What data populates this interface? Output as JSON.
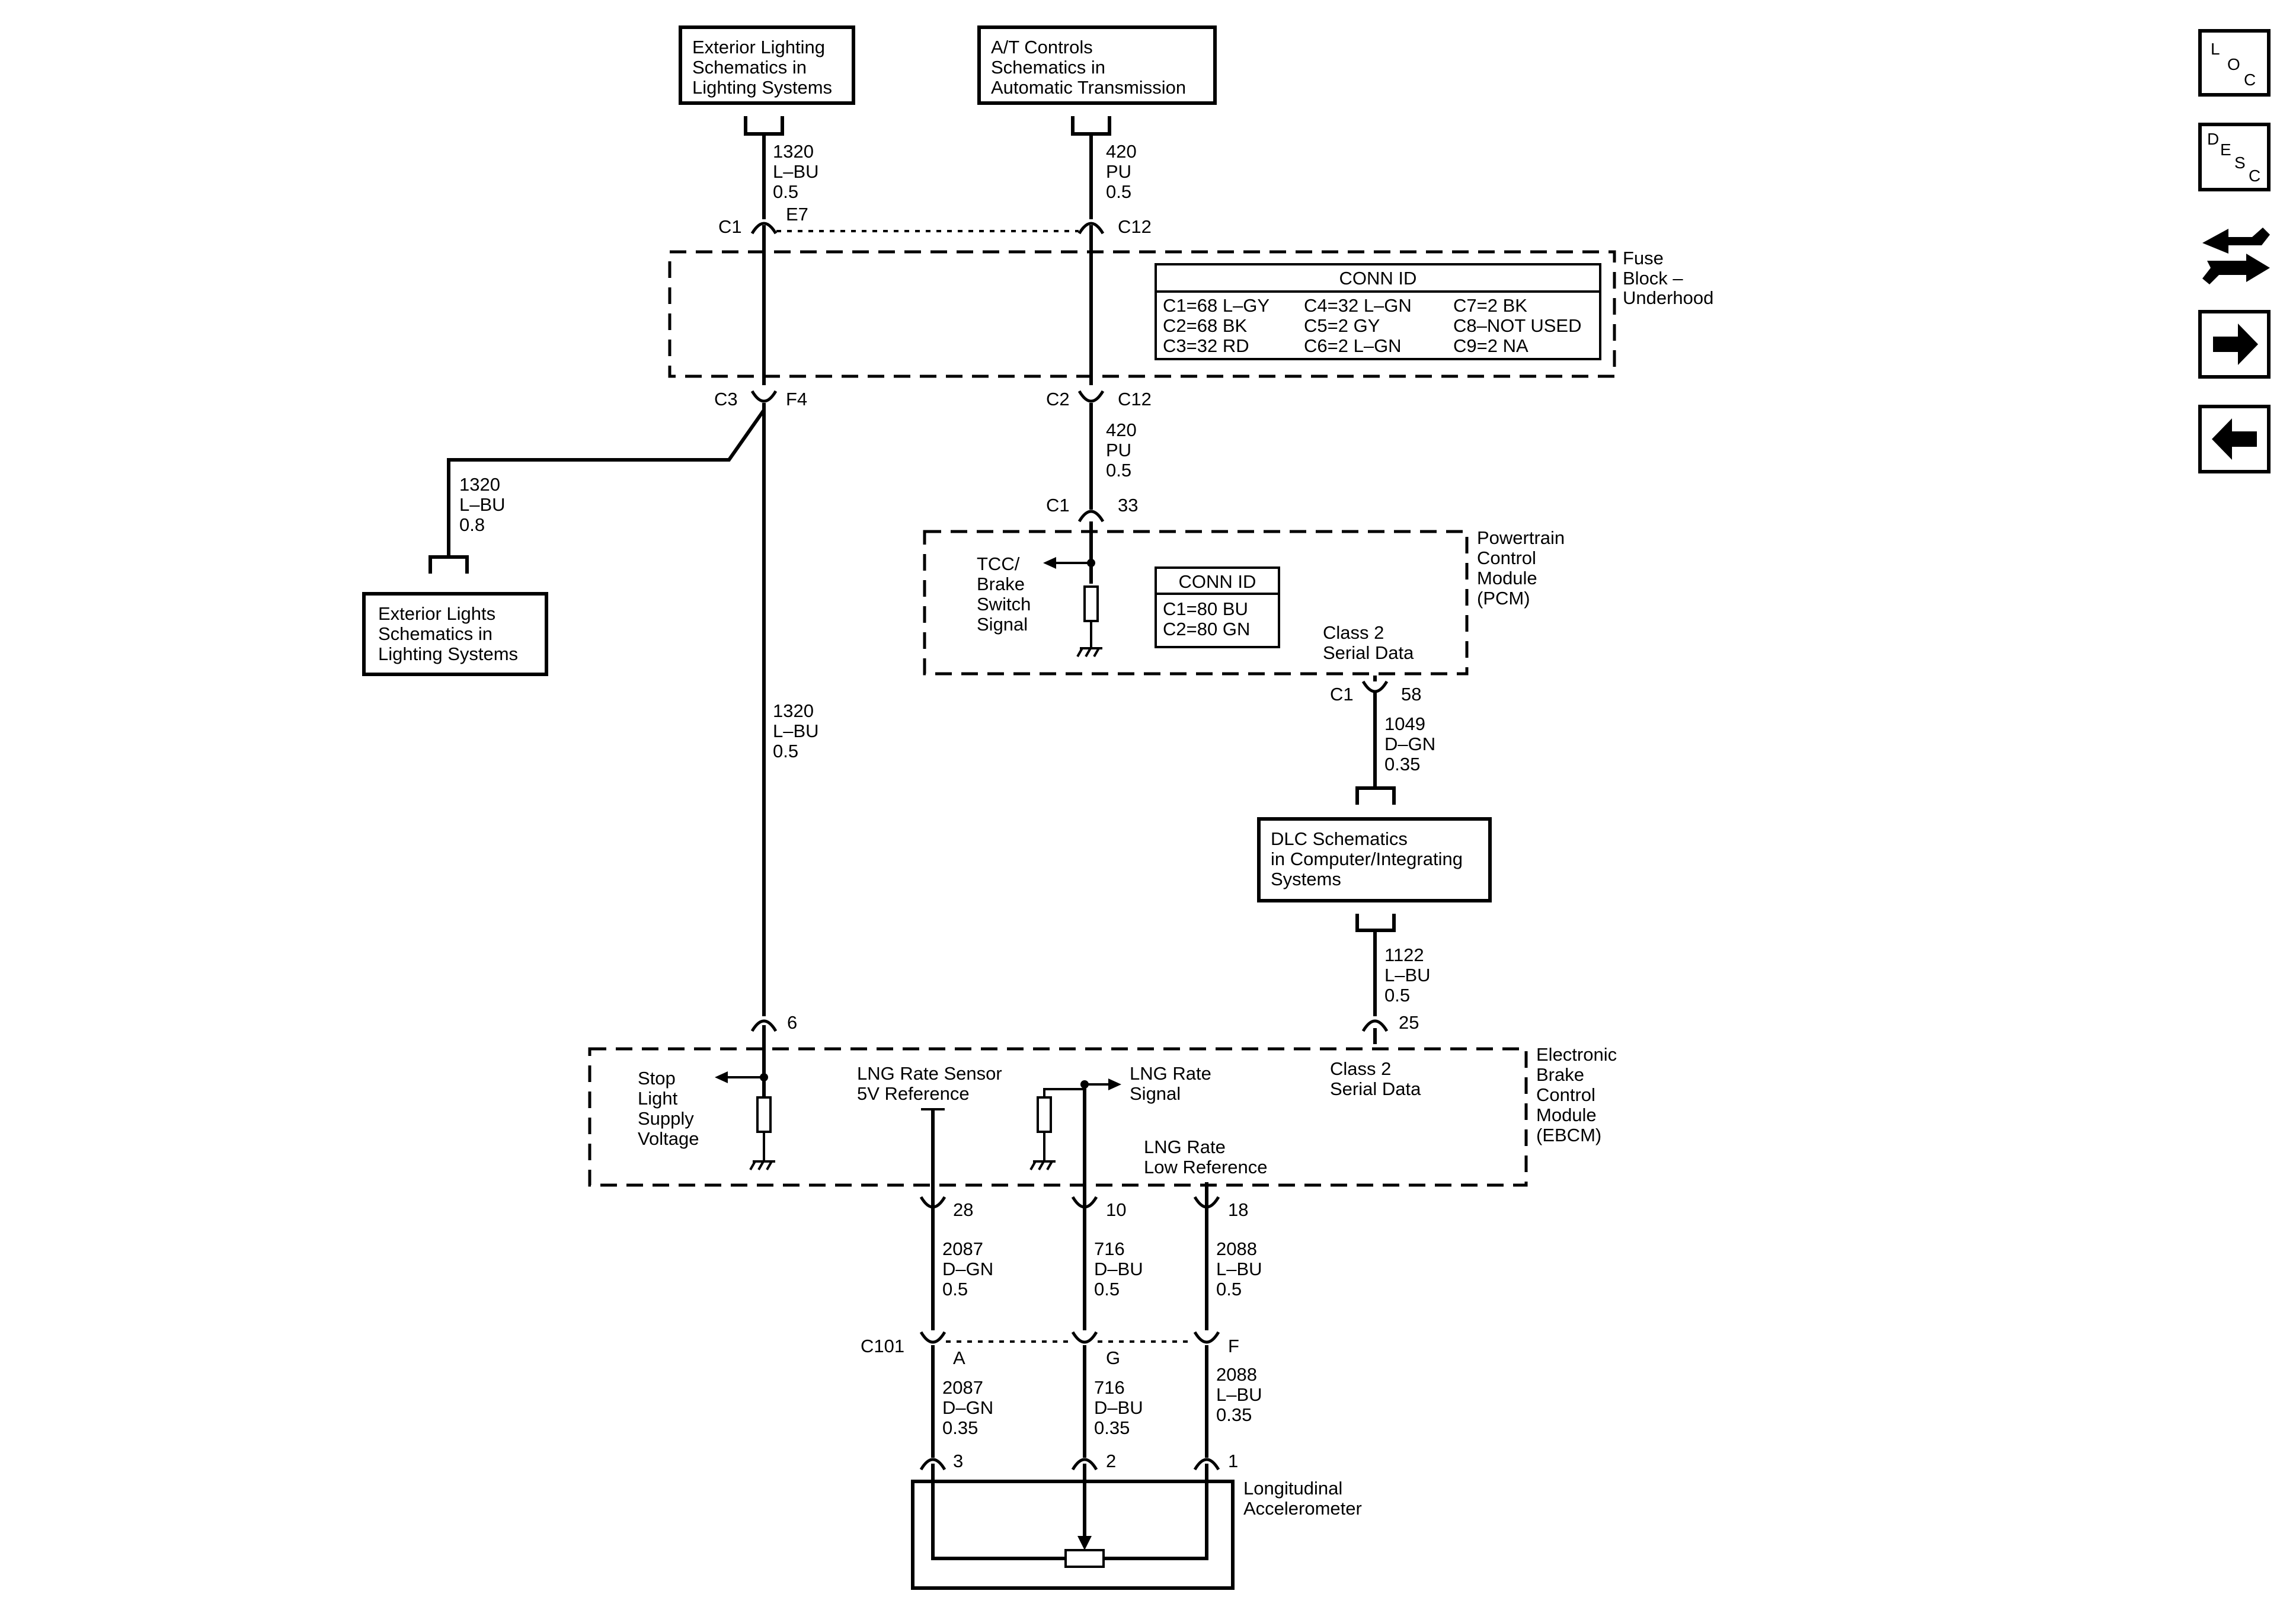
{
  "boxes": {
    "ext_lighting": [
      "Exterior Lighting",
      "Schematics in",
      "Lighting Systems"
    ],
    "at_controls": [
      "A/T Controls",
      "Schematics in",
      "Automatic Transmission"
    ],
    "ext_lights": [
      "Exterior Lights",
      "Schematics in",
      "Lighting Systems"
    ],
    "dlc": [
      "DLC Schematics",
      "in Computer/Integrating",
      "Systems"
    ]
  },
  "fuse_block": {
    "label": [
      "Fuse",
      "Block –",
      "Underhood"
    ],
    "conn_id_title": "CONN ID",
    "conn_id_rows": [
      [
        "C1=68 L–GY",
        "C4=32 L–GN",
        "C7=2 BK"
      ],
      [
        "C2=68 BK",
        "C5=2 GY",
        "C8–NOT USED"
      ],
      [
        "C3=32 RD",
        "C6=2 L–GN",
        "C9=2 NA"
      ]
    ]
  },
  "pcm": {
    "label": [
      "Powertrain",
      "Control",
      "Module",
      "(PCM)"
    ],
    "conn_id_title": "CONN ID",
    "conn_id_rows": [
      "C1=80 BU",
      "C2=80 GN"
    ],
    "tcc_label": [
      "TCC/",
      "Brake",
      "Switch",
      "Signal"
    ],
    "class2_label": [
      "Class 2",
      "Serial Data"
    ]
  },
  "ebcm": {
    "label": [
      "Electronic",
      "Brake",
      "Control",
      "Module",
      "(EBCM)"
    ],
    "stop_light_label": [
      "Stop",
      "Light",
      "Supply",
      "Voltage"
    ],
    "lng_ref_label": [
      "LNG Rate Sensor",
      "5V Reference"
    ],
    "lng_signal_label": [
      "LNG Rate",
      "Signal"
    ],
    "lng_low_label": [
      "LNG Rate",
      "Low Reference"
    ],
    "class2_label": [
      "Class 2",
      "Serial Data"
    ]
  },
  "accelerometer": {
    "label": [
      "Longitudinal",
      "Accelerometer"
    ]
  },
  "wires": {
    "w1320_top": [
      "1320",
      "L–BU",
      "0.5"
    ],
    "w420_top": [
      "420",
      "PU",
      "0.5"
    ],
    "w1320_branch": [
      "1320",
      "L–BU",
      "0.8"
    ],
    "w420_mid": [
      "420",
      "PU",
      "0.5"
    ],
    "w1320_long": [
      "1320",
      "L–BU",
      "0.5"
    ],
    "w1049": [
      "1049",
      "D–GN",
      "0.35"
    ],
    "w1122": [
      "1122",
      "L–BU",
      "0.5"
    ],
    "w2087_a": [
      "2087",
      "D–GN",
      "0.5"
    ],
    "w716_a": [
      "716",
      "D–BU",
      "0.5"
    ],
    "w2088_a": [
      "2088",
      "L–BU",
      "0.5"
    ],
    "w2087_b": [
      "2087",
      "D–GN",
      "0.35"
    ],
    "w716_b": [
      "716",
      "D–BU",
      "0.35"
    ],
    "w2088_b": [
      "2088",
      "L–BU",
      "0.35"
    ]
  },
  "connectors": {
    "fb_c1": "C1",
    "fb_e7": "E7",
    "fb_c12_top": "C12",
    "fb_c3": "C3",
    "fb_f4": "F4",
    "fb_c2": "C2",
    "fb_c12_bot": "C12",
    "pcm_c1_top": "C1",
    "pcm_33": "33",
    "pcm_c1_bot": "C1",
    "pcm_58": "58",
    "ebcm_6": "6",
    "ebcm_25": "25",
    "ebcm_28": "28",
    "ebcm_10": "10",
    "ebcm_18": "18",
    "c101": "C101",
    "c101_a": "A",
    "c101_g": "G",
    "c101_f": "F",
    "acc_3": "3",
    "acc_2": "2",
    "acc_1": "1"
  },
  "nav": {
    "loc": [
      "L",
      "O",
      "C"
    ],
    "desc": [
      "D",
      "E",
      "S",
      "C"
    ]
  }
}
